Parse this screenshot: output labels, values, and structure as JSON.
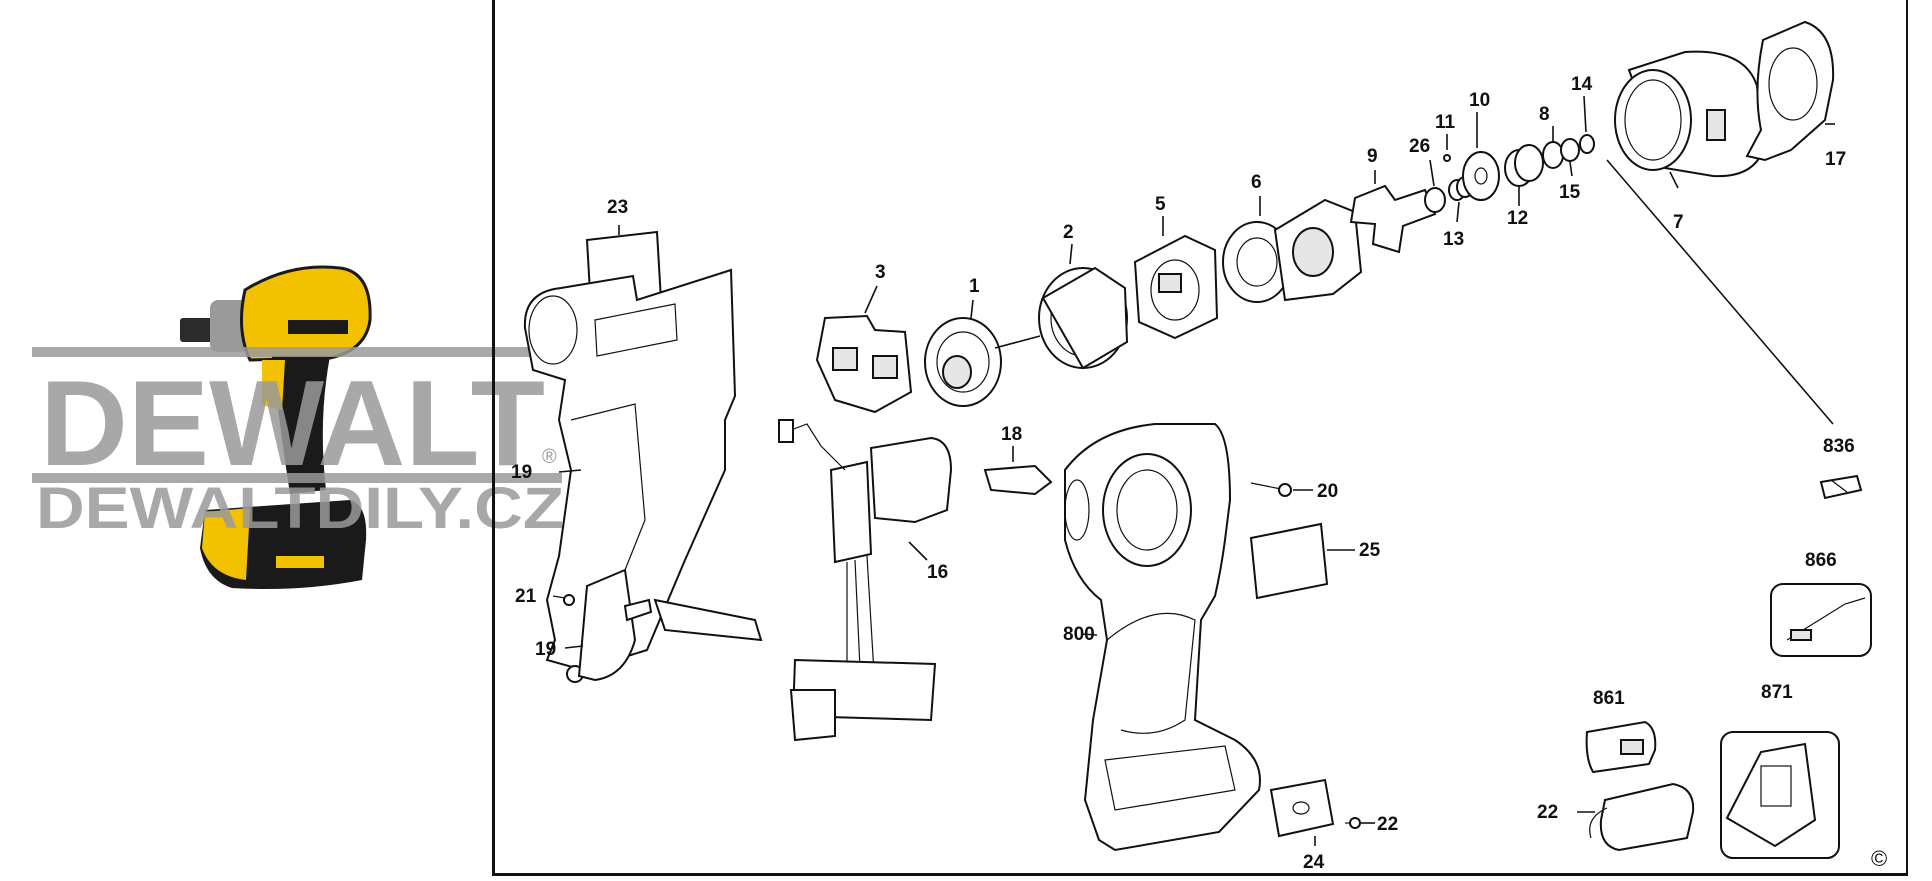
{
  "watermark": {
    "brand": "DEWALT",
    "registered": "®",
    "site": "DEWALTDILY.CZ"
  },
  "copyright_symbol": "©",
  "callouts": [
    {
      "id": "c23",
      "label": "23"
    },
    {
      "id": "c3",
      "label": "3"
    },
    {
      "id": "c1",
      "label": "1"
    },
    {
      "id": "c2",
      "label": "2"
    },
    {
      "id": "c5",
      "label": "5"
    },
    {
      "id": "c6",
      "label": "6"
    },
    {
      "id": "c9",
      "label": "9"
    },
    {
      "id": "c26",
      "label": "26"
    },
    {
      "id": "c11",
      "label": "11"
    },
    {
      "id": "c8",
      "label": "8"
    },
    {
      "id": "c10",
      "label": "10"
    },
    {
      "id": "c13",
      "label": "13"
    },
    {
      "id": "c12",
      "label": "12"
    },
    {
      "id": "c14",
      "label": "14"
    },
    {
      "id": "c15",
      "label": "15"
    },
    {
      "id": "c7",
      "label": "7"
    },
    {
      "id": "c17",
      "label": "17"
    },
    {
      "id": "c836",
      "label": "836"
    },
    {
      "id": "c18",
      "label": "18"
    },
    {
      "id": "c19a",
      "label": "19"
    },
    {
      "id": "c16",
      "label": "16"
    },
    {
      "id": "c20",
      "label": "20"
    },
    {
      "id": "c25",
      "label": "25"
    },
    {
      "id": "c22a",
      "label": "22"
    },
    {
      "id": "c21",
      "label": "21"
    },
    {
      "id": "c19b",
      "label": "19"
    },
    {
      "id": "c800",
      "label": "800"
    },
    {
      "id": "c866",
      "label": "866"
    },
    {
      "id": "c861",
      "label": "861"
    },
    {
      "id": "c871",
      "label": "871"
    },
    {
      "id": "c22b",
      "label": "22"
    },
    {
      "id": "c24",
      "label": "24"
    }
  ],
  "colors": {
    "tool_yellow": "#f2c200",
    "tool_black": "#1a1a1a",
    "watermark_gray": "#9a9a9a",
    "line": "#111111"
  },
  "icons": {
    "copyright": "copyright-icon"
  }
}
